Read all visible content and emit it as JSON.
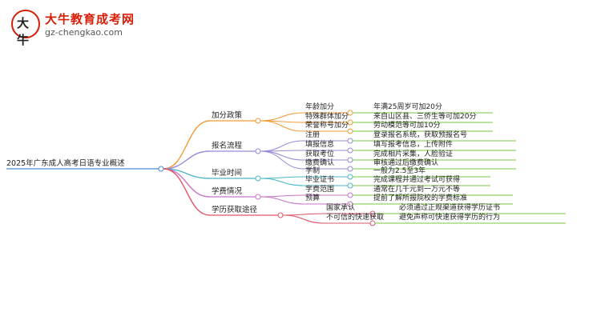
{
  "logo": {
    "mark_text": "大牛",
    "title": "大牛教育成考网",
    "url": "gz-chengkao.com"
  },
  "root": "2025年广东成人高考日语专业概述",
  "branches": [
    {
      "label": "加分政策",
      "color": "#f29b38",
      "children": [
        {
          "label": "年龄加分",
          "detail": "年满25周岁可加20分"
        },
        {
          "label": "特殊群体加分",
          "detail": "来自山区县、三侨生等可加20分"
        },
        {
          "label": "荣誉称号加分",
          "detail": "劳动模范等可加10分"
        }
      ]
    },
    {
      "label": "报名流程",
      "color": "#9b8ad6",
      "children": [
        {
          "label": "注册",
          "detail": "登录报名系统，获取预报名号"
        },
        {
          "label": "填报信息",
          "detail": "填写报考信息，上传附件"
        },
        {
          "label": "获取考位",
          "detail": "完成相片采集，人脸验证"
        },
        {
          "label": "缴费确认",
          "detail": "审核通过后缴费确认"
        }
      ]
    },
    {
      "label": "毕业时间",
      "color": "#4ab7c8",
      "children": [
        {
          "label": "学制",
          "detail": "一般为2.5至3年"
        },
        {
          "label": "毕业证书",
          "detail": "完成课程并通过考试可获得"
        }
      ]
    },
    {
      "label": "学费情况",
      "color": "#c876c9",
      "children": [
        {
          "label": "学费范围",
          "detail": "通常在几千元到一万元不等"
        },
        {
          "label": "预算",
          "detail": "提前了解所报院校的学费标准"
        }
      ]
    },
    {
      "label": "学历获取途径",
      "color": "#e0546a",
      "children": [
        {
          "label": "国家承认",
          "detail": "必须通过正规渠道获得学历证书"
        },
        {
          "label": "不可信的快速获取",
          "detail": "避免声称可快速获得学历的行为"
        }
      ]
    }
  ]
}
